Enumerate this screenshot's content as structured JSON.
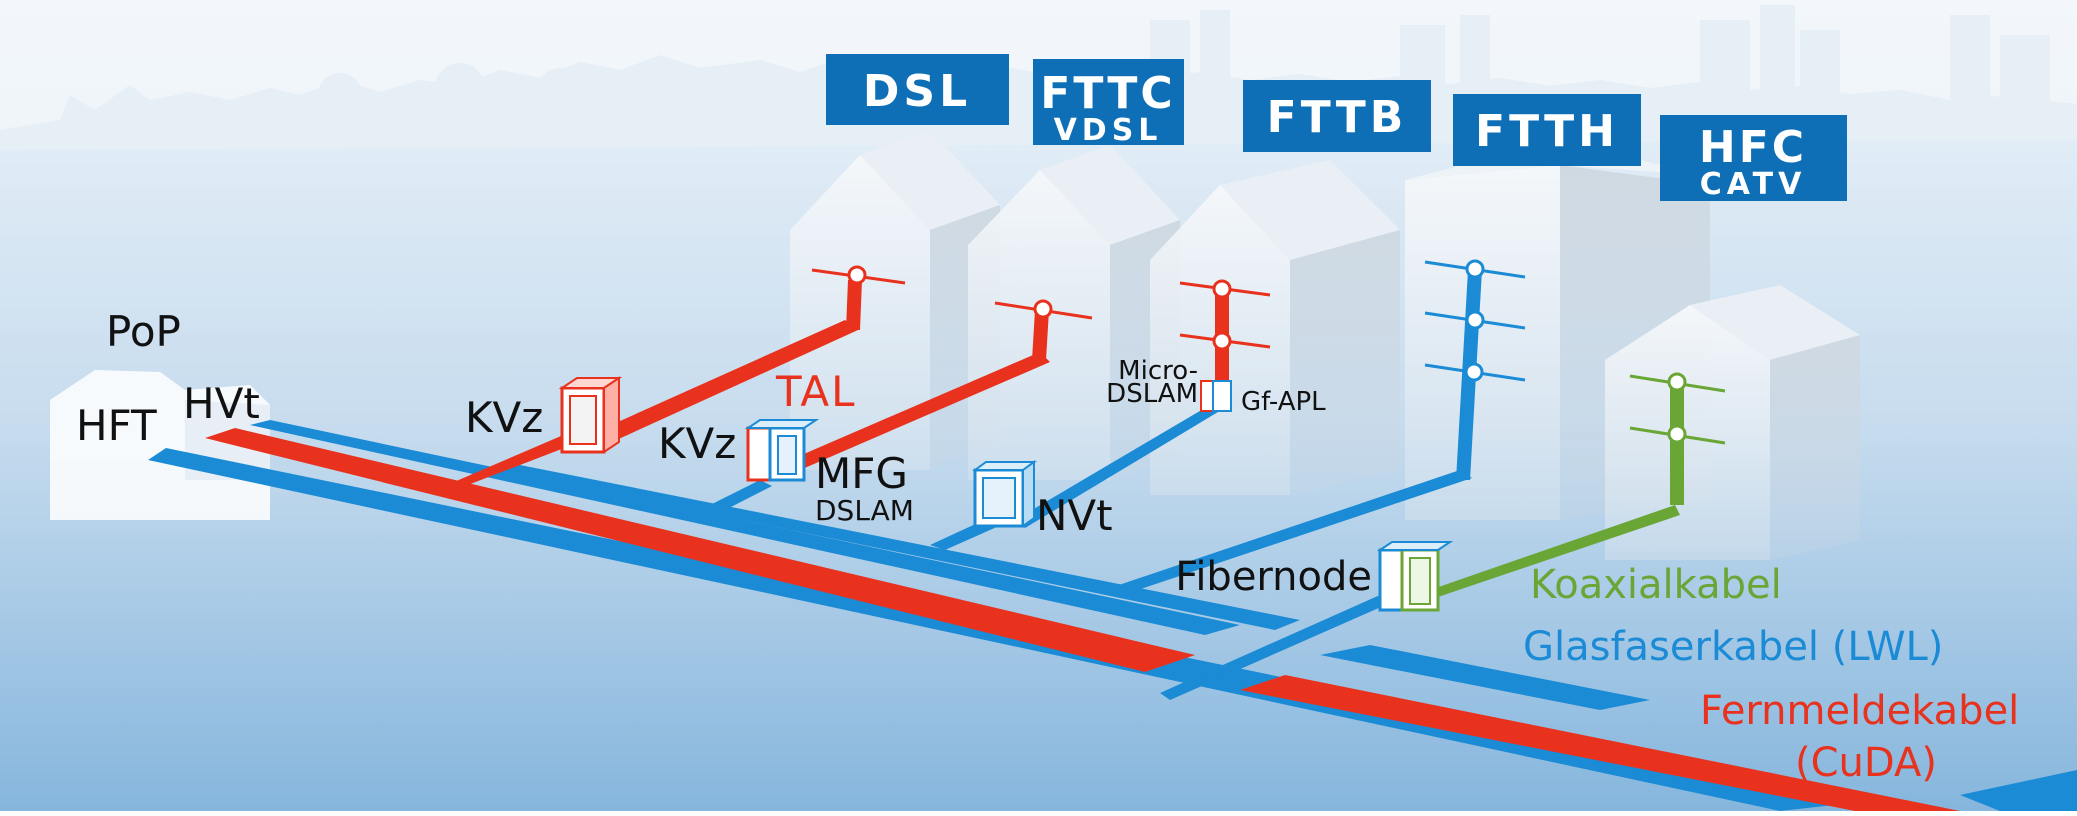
{
  "colors": {
    "copper": "#e8321e",
    "fiber": "#1b8bd6",
    "coax": "#6aa636",
    "badge": "#0f6fb6",
    "sky_top": "#e9f1f8",
    "ground_top": "#d6e6f2",
    "ground_bottom": "#7fb1da"
  },
  "badges": {
    "dsl": "DSL",
    "fttc": "FTTC",
    "fttc_sub": "VDSL",
    "fttb": "FTTB",
    "ftth": "FTTH",
    "hfc": "HFC",
    "hfc_sub": "CATV"
  },
  "labels": {
    "pop": "PoP",
    "hft": "HFT",
    "hvt": "HVt",
    "kvz_1": "KVz",
    "kvz_2": "KVz",
    "tal": "TAL",
    "mfg": "MFG",
    "dslam": "DSLAM",
    "nvt": "NVt",
    "micro_dslam_1": "Micro-",
    "micro_dslam_2": "DSLAM",
    "gf_apl": "Gf-APL",
    "fibernode": "Fibernode"
  },
  "legend": {
    "coax": "Koaxialkabel",
    "fiber": "Glasfaserkabel (LWL)",
    "copper_1": "Fernmeldekabel",
    "copper_2": "(CuDA)"
  }
}
